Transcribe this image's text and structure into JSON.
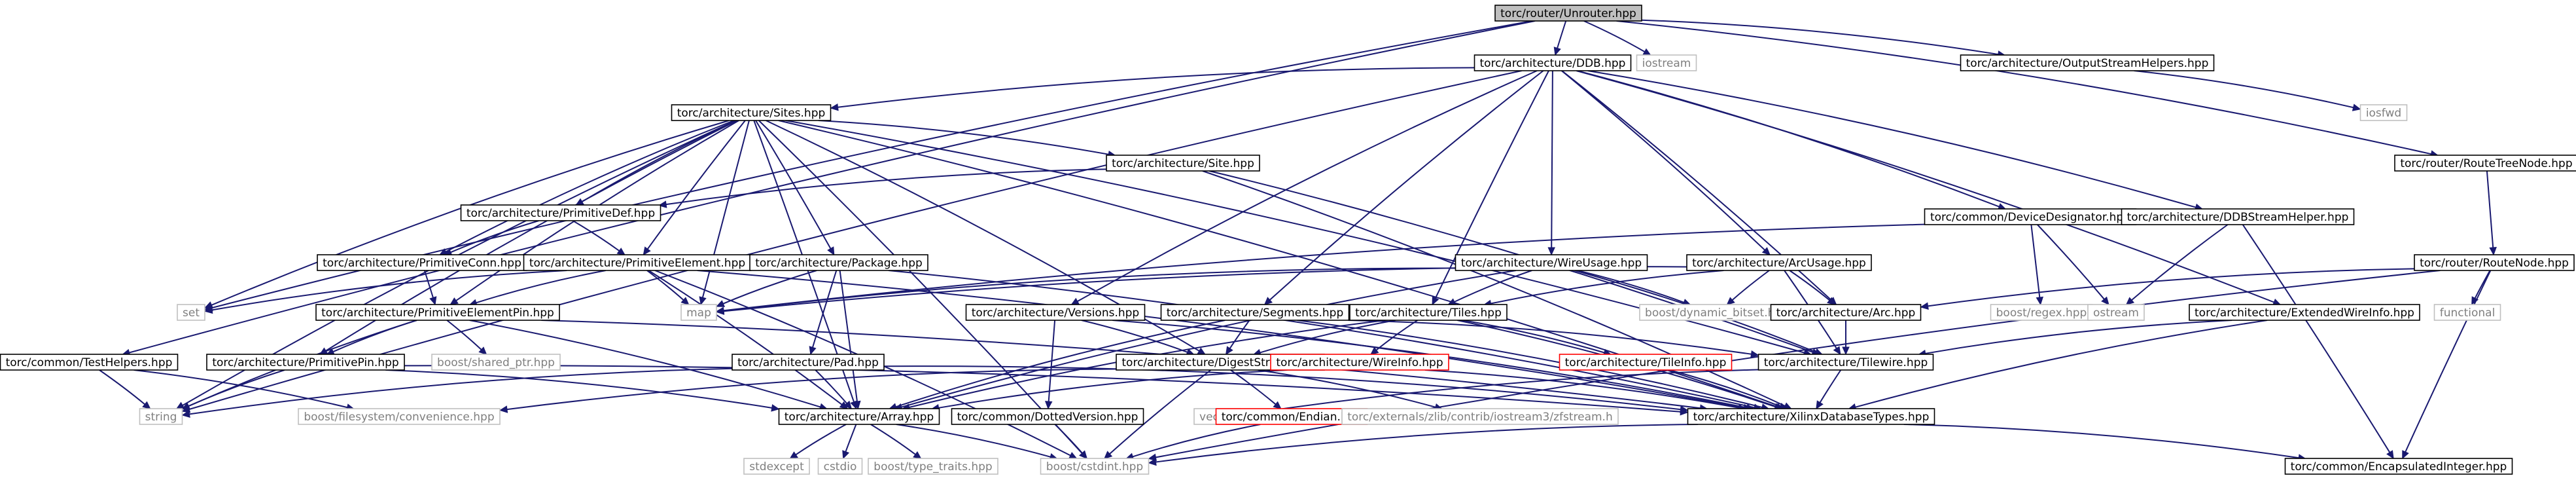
{
  "title": "torc/router/Unrouter.hpp",
  "colors": {
    "edge": "#191970",
    "box_border": "#000000",
    "box_fill": "#ffffff",
    "root_fill": "#bfbfbf",
    "missing_border": "#ff0000",
    "external_border": "#bfbfbf",
    "external_text": "#7f7f7f",
    "text": "#000000"
  },
  "nodes": [
    {
      "id": "unrouter",
      "label": "torc/router/Unrouter.hpp",
      "kind": "root"
    },
    {
      "id": "ddb",
      "label": "torc/architecture/DDB.hpp",
      "kind": "file"
    },
    {
      "id": "iostream",
      "label": "iostream",
      "kind": "external"
    },
    {
      "id": "osh",
      "label": "torc/architecture/OutputStreamHelpers.hpp",
      "kind": "file"
    },
    {
      "id": "iosfwd",
      "label": "iosfwd",
      "kind": "external"
    },
    {
      "id": "sites",
      "label": "torc/architecture/Sites.hpp",
      "kind": "file"
    },
    {
      "id": "routetreenode",
      "label": "torc/router/RouteTreeNode.hpp",
      "kind": "file"
    },
    {
      "id": "site",
      "label": "torc/architecture/Site.hpp",
      "kind": "file"
    },
    {
      "id": "primdef",
      "label": "torc/architecture/PrimitiveDef.hpp",
      "kind": "file"
    },
    {
      "id": "primconn",
      "label": "torc/architecture/PrimitiveConn.hpp",
      "kind": "file"
    },
    {
      "id": "primelem",
      "label": "torc/architecture/PrimitiveElement.hpp",
      "kind": "file"
    },
    {
      "id": "package",
      "label": "torc/architecture/Package.hpp",
      "kind": "file"
    },
    {
      "id": "wireusage",
      "label": "torc/architecture/WireUsage.hpp",
      "kind": "file"
    },
    {
      "id": "arcusage",
      "label": "torc/architecture/ArcUsage.hpp",
      "kind": "file"
    },
    {
      "id": "devdesig",
      "label": "torc/common/DeviceDesignator.hpp",
      "kind": "file"
    },
    {
      "id": "ddbsh",
      "label": "torc/architecture/DDBStreamHelper.hpp",
      "kind": "file"
    },
    {
      "id": "routenode",
      "label": "torc/router/RouteNode.hpp",
      "kind": "file"
    },
    {
      "id": "set",
      "label": "set",
      "kind": "external"
    },
    {
      "id": "map",
      "label": "map",
      "kind": "external"
    },
    {
      "id": "primelempin",
      "label": "torc/architecture/PrimitiveElementPin.hpp",
      "kind": "file"
    },
    {
      "id": "versions",
      "label": "torc/architecture/Versions.hpp",
      "kind": "file"
    },
    {
      "id": "segments",
      "label": "torc/architecture/Segments.hpp",
      "kind": "file"
    },
    {
      "id": "tiles",
      "label": "torc/architecture/Tiles.hpp",
      "kind": "file"
    },
    {
      "id": "dynbitset",
      "label": "boost/dynamic_bitset.hpp",
      "kind": "external"
    },
    {
      "id": "arc",
      "label": "torc/architecture/Arc.hpp",
      "kind": "file"
    },
    {
      "id": "regex",
      "label": "boost/regex.hpp",
      "kind": "external"
    },
    {
      "id": "ostream",
      "label": "ostream",
      "kind": "external"
    },
    {
      "id": "extwireinfo",
      "label": "torc/architecture/ExtendedWireInfo.hpp",
      "kind": "file"
    },
    {
      "id": "functional",
      "label": "functional",
      "kind": "external"
    },
    {
      "id": "testhelpers",
      "label": "torc/common/TestHelpers.hpp",
      "kind": "file"
    },
    {
      "id": "primpin",
      "label": "torc/architecture/PrimitivePin.hpp",
      "kind": "file"
    },
    {
      "id": "sharedptr",
      "label": "boost/shared_ptr.hpp",
      "kind": "external"
    },
    {
      "id": "pad",
      "label": "torc/architecture/Pad.hpp",
      "kind": "file"
    },
    {
      "id": "digest",
      "label": "torc/architecture/DigestStream.hpp",
      "kind": "file"
    },
    {
      "id": "wireinfo",
      "label": "torc/architecture/WireInfo.hpp",
      "kind": "missing"
    },
    {
      "id": "tileinfo",
      "label": "torc/architecture/TileInfo.hpp",
      "kind": "missing"
    },
    {
      "id": "tilewire",
      "label": "torc/architecture/Tilewire.hpp",
      "kind": "file"
    },
    {
      "id": "string",
      "label": "string",
      "kind": "external"
    },
    {
      "id": "fsconv",
      "label": "boost/filesystem/convenience.hpp",
      "kind": "external"
    },
    {
      "id": "array",
      "label": "torc/architecture/Array.hpp",
      "kind": "file"
    },
    {
      "id": "vector",
      "label": "vector",
      "kind": "external"
    },
    {
      "id": "endian",
      "label": "torc/common/Endian.hpp",
      "kind": "missing"
    },
    {
      "id": "zfstream",
      "label": "torc/externals/zlib/contrib/iostream3/zfstream.h",
      "kind": "external"
    },
    {
      "id": "xilinxtypes",
      "label": "torc/architecture/XilinxDatabaseTypes.hpp",
      "kind": "file"
    },
    {
      "id": "dottedversion",
      "label": "torc/common/DottedVersion.hpp",
      "kind": "file"
    },
    {
      "id": "stdexcept",
      "label": "stdexcept",
      "kind": "external"
    },
    {
      "id": "cstdio",
      "label": "cstdio",
      "kind": "external"
    },
    {
      "id": "typetraits",
      "label": "boost/type_traits.hpp",
      "kind": "external"
    },
    {
      "id": "cstdint",
      "label": "boost/cstdint.hpp",
      "kind": "external"
    },
    {
      "id": "encint",
      "label": "torc/common/EncapsulatedInteger.hpp",
      "kind": "file"
    }
  ],
  "edges": [
    [
      "unrouter",
      "ddb"
    ],
    [
      "unrouter",
      "iostream"
    ],
    [
      "unrouter",
      "osh"
    ],
    [
      "unrouter",
      "routetreenode"
    ],
    [
      "unrouter",
      "testhelpers"
    ],
    [
      "unrouter",
      "set"
    ],
    [
      "osh",
      "iosfwd"
    ],
    [
      "ddb",
      "sites"
    ],
    [
      "ddb",
      "versions"
    ],
    [
      "ddb",
      "segments"
    ],
    [
      "ddb",
      "tiles"
    ],
    [
      "ddb",
      "wireusage"
    ],
    [
      "ddb",
      "arcusage"
    ],
    [
      "ddb",
      "arc"
    ],
    [
      "ddb",
      "devdesig"
    ],
    [
      "ddb",
      "ddbsh"
    ],
    [
      "ddb",
      "extwireinfo"
    ],
    [
      "ddb",
      "string"
    ],
    [
      "sites",
      "site"
    ],
    [
      "sites",
      "primdef"
    ],
    [
      "sites",
      "primconn"
    ],
    [
      "sites",
      "primelem"
    ],
    [
      "sites",
      "package"
    ],
    [
      "sites",
      "primelempin"
    ],
    [
      "sites",
      "primpin"
    ],
    [
      "sites",
      "set"
    ],
    [
      "sites",
      "map"
    ],
    [
      "sites",
      "array"
    ],
    [
      "sites",
      "digest"
    ],
    [
      "sites",
      "tilewire"
    ],
    [
      "sites",
      "xilinxtypes"
    ],
    [
      "sites",
      "cstdint"
    ],
    [
      "sites",
      "string"
    ],
    [
      "site",
      "primdef"
    ],
    [
      "site",
      "tilewire"
    ],
    [
      "site",
      "xilinxtypes"
    ],
    [
      "primdef",
      "primconn"
    ],
    [
      "primdef",
      "primelem"
    ],
    [
      "primconn",
      "primelempin"
    ],
    [
      "primelem",
      "primelempin"
    ],
    [
      "primelem",
      "set"
    ],
    [
      "primelem",
      "map"
    ],
    [
      "primelem",
      "array"
    ],
    [
      "primelem",
      "xilinxtypes"
    ],
    [
      "primelem",
      "cstdint"
    ],
    [
      "primelempin",
      "primpin"
    ],
    [
      "primelempin",
      "sharedptr"
    ],
    [
      "primelempin",
      "string"
    ],
    [
      "primelempin",
      "array"
    ],
    [
      "primelempin",
      "xilinxtypes"
    ],
    [
      "primpin",
      "string"
    ],
    [
      "primpin",
      "array"
    ],
    [
      "primpin",
      "xilinxtypes"
    ],
    [
      "package",
      "pad"
    ],
    [
      "package",
      "map"
    ],
    [
      "package",
      "array"
    ],
    [
      "package",
      "xilinxtypes"
    ],
    [
      "pad",
      "string"
    ],
    [
      "pad",
      "array"
    ],
    [
      "pad",
      "xilinxtypes"
    ],
    [
      "wireusage",
      "tiles"
    ],
    [
      "wireusage",
      "tilewire"
    ],
    [
      "wireusage",
      "dynbitset"
    ],
    [
      "wireusage",
      "map"
    ],
    [
      "wireusage",
      "array"
    ],
    [
      "arcusage",
      "tiles"
    ],
    [
      "arcusage",
      "arc"
    ],
    [
      "arcusage",
      "tilewire"
    ],
    [
      "arcusage",
      "dynbitset"
    ],
    [
      "arcusage",
      "map"
    ],
    [
      "devdesig",
      "ostream"
    ],
    [
      "devdesig",
      "regex"
    ],
    [
      "devdesig",
      "map"
    ],
    [
      "ddbsh",
      "ostream"
    ],
    [
      "ddbsh",
      "encint"
    ],
    [
      "routetreenode",
      "routenode"
    ],
    [
      "routenode",
      "arc"
    ],
    [
      "routenode",
      "functional"
    ],
    [
      "routenode",
      "encint"
    ],
    [
      "routenode",
      "cstdint"
    ],
    [
      "versions",
      "dottedversion"
    ],
    [
      "versions",
      "digest"
    ],
    [
      "versions",
      "xilinxtypes"
    ],
    [
      "segments",
      "digest"
    ],
    [
      "segments",
      "array"
    ],
    [
      "segments",
      "tilewire"
    ],
    [
      "segments",
      "xilinxtypes"
    ],
    [
      "tiles",
      "wireinfo"
    ],
    [
      "tiles",
      "tileinfo"
    ],
    [
      "tiles",
      "digest"
    ],
    [
      "tiles",
      "array"
    ],
    [
      "tiles",
      "xilinxtypes"
    ],
    [
      "arc",
      "tilewire"
    ],
    [
      "extwireinfo",
      "tilewire"
    ],
    [
      "extwireinfo",
      "xilinxtypes"
    ],
    [
      "tilewire",
      "xilinxtypes"
    ],
    [
      "tilewire",
      "vector"
    ],
    [
      "wireinfo",
      "xilinxtypes"
    ],
    [
      "wireinfo",
      "array"
    ],
    [
      "tileinfo",
      "xilinxtypes"
    ],
    [
      "digest",
      "endian"
    ],
    [
      "digest",
      "zfstream"
    ],
    [
      "digest",
      "cstdint"
    ],
    [
      "digest",
      "fsconv"
    ],
    [
      "testhelpers",
      "string"
    ],
    [
      "testhelpers",
      "fsconv"
    ],
    [
      "array",
      "stdexcept"
    ],
    [
      "array",
      "cstdio"
    ],
    [
      "array",
      "typetraits"
    ],
    [
      "array",
      "cstdint"
    ],
    [
      "dottedversion",
      "cstdint"
    ],
    [
      "endian",
      "cstdint"
    ],
    [
      "xilinxtypes",
      "cstdint"
    ],
    [
      "xilinxtypes",
      "encint"
    ]
  ]
}
